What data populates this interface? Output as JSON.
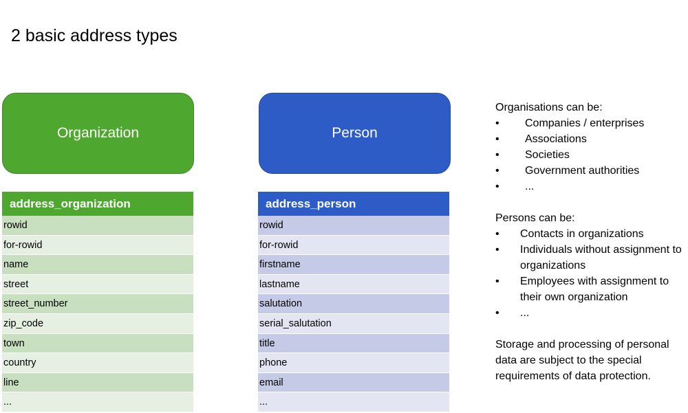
{
  "title": "2 basic address types",
  "organization": {
    "box_label": "Organization",
    "table_header": "address_organization",
    "fields": [
      "rowid",
      "for-rowid",
      "name",
      "street",
      "street_number",
      "zip_code",
      "town",
      "country",
      "line",
      "..."
    ]
  },
  "person": {
    "box_label": "Person",
    "table_header": "address_person",
    "fields": [
      "rowid",
      "for-rowid",
      "firstname",
      "lastname",
      "salutation",
      "serial_salutation",
      "title",
      "phone",
      "email",
      "..."
    ]
  },
  "notes": {
    "org_heading": "Organisations can be:",
    "org_items": [
      "Companies / enterprises",
      "Associations",
      "Societies",
      "Government authorities",
      "..."
    ],
    "person_heading": "Persons can be:",
    "person_items": [
      "Contacts in organizations",
      "Individuals without assignment to organizations",
      "Employees with assignment to their own organization",
      "..."
    ],
    "footer": "Storage and processing of personal data are subject to the special requirements of data protection."
  },
  "colors": {
    "org_green": "#4ea72e",
    "person_blue": "#2d5cc6"
  }
}
